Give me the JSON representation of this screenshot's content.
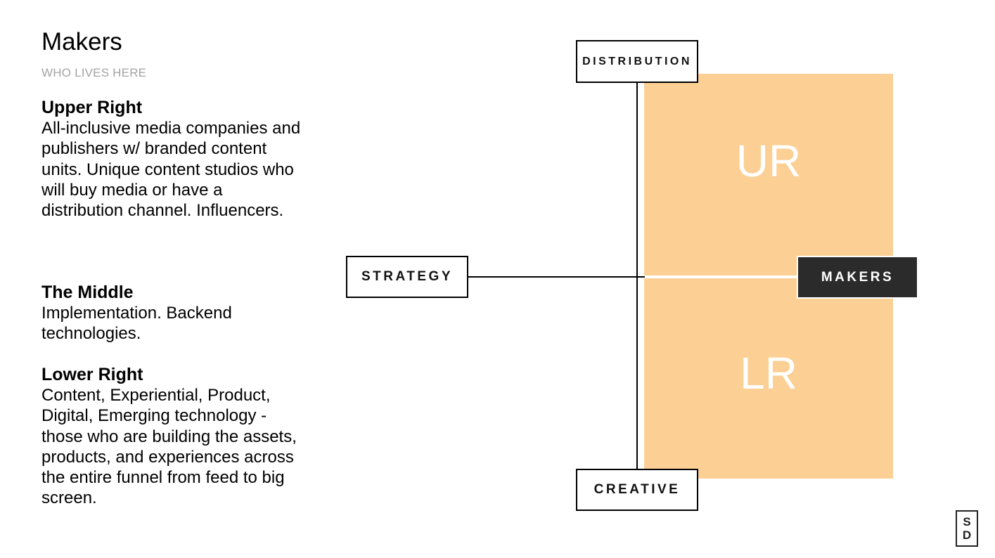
{
  "slide": {
    "title": "Makers",
    "subtitle": "WHO LIVES HERE",
    "sections": [
      {
        "heading": "Upper Right",
        "body": "All-inclusive media companies and publishers w/ branded content units. Unique content studios who will buy media or have a distribution channel. Influencers."
      },
      {
        "heading": "The Middle",
        "body": "Implementation. Backend technologies."
      },
      {
        "heading": "Lower Right",
        "body": "Content, Experiential, Product, Digital, Emerging technology  - those who are building the assets, products, and experiences across the entire funnel from feed to big screen."
      }
    ]
  },
  "diagram": {
    "axes": {
      "top": "DISTRIBUTION",
      "left": "STRATEGY",
      "bottom": "CREATIVE",
      "right": "MAKERS"
    },
    "quadrants": {
      "upper_right": "UR",
      "lower_right": "LR"
    },
    "colors": {
      "quadrant_fill": "#fccf95",
      "highlight_box": "#2b2b2b",
      "axis": "#000000"
    }
  },
  "logo": {
    "letters": [
      "S",
      "D"
    ]
  }
}
